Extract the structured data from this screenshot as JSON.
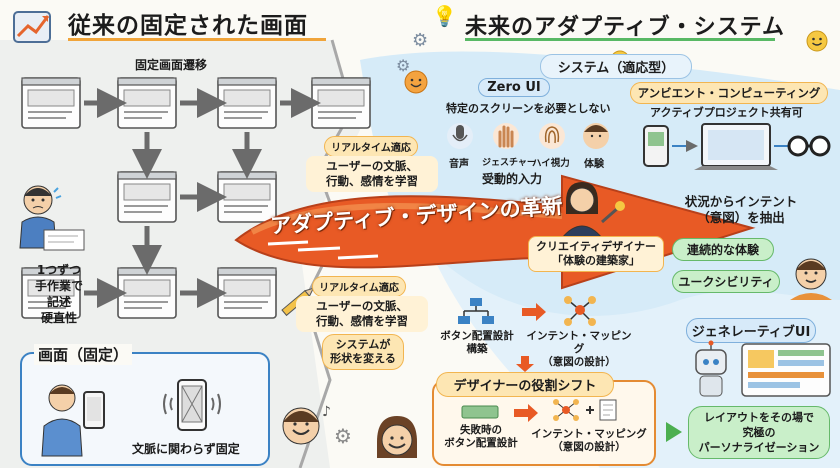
{
  "left": {
    "title": "従来の固定された画面",
    "subtitle": "固定画面遷移",
    "manual_label": [
      "1つずつ",
      "手作業で",
      "記述",
      "硬直性"
    ],
    "box_title": "画面（固定）",
    "box_caption": "文脈に関わらず固定"
  },
  "right": {
    "title": "未来のアダプティブ・システム",
    "system_label": "システム（適応型）",
    "zero_ui": {
      "title": "Zero UI",
      "desc": "特定のスクリーンを必要としない",
      "inputs": [
        "音声",
        "ジェスチャー",
        "ハイ視力",
        "体験"
      ],
      "passive": "受動的入力"
    },
    "ambient": {
      "title": "アンビエント・コンピューティング",
      "desc": "アクティブプロジェクト共有可"
    },
    "designer": [
      "クリエイティデザイナー",
      "「体験の建築家」"
    ],
    "intent": [
      "状況からインテント",
      "（意図）を抽出"
    ],
    "continuous": "連続的な体験",
    "ubiquity": "ユークシビリティ",
    "generative": "ジェネレーティブUI",
    "layout_pill": [
      "レイアウトをその場で",
      "究極の",
      "パーソナライゼーション"
    ],
    "mapping_top": {
      "left": [
        "ボタン配置設計",
        "構築"
      ],
      "right": [
        "インテント・マッピング",
        "（意図の設計）"
      ]
    },
    "role_shift": {
      "title": "デザイナーの役割シフト",
      "left": [
        "失敗時の",
        "ボタン配置設計"
      ],
      "right": [
        "インテント・マッピング",
        "（意図の設計）"
      ]
    }
  },
  "center": {
    "banner": "アダプティブ・デザインの革新",
    "realtime_top": {
      "title": "リアルタイム適応",
      "lines": [
        "ユーザーの文脈、",
        "行動、感情を学習"
      ]
    },
    "realtime_bottom": {
      "title": "リアルタイム適応",
      "lines": [
        "ユーザーの文脈、",
        "行動、感情を学習"
      ]
    },
    "shape_change": [
      "システムが",
      "形状を変える"
    ]
  }
}
